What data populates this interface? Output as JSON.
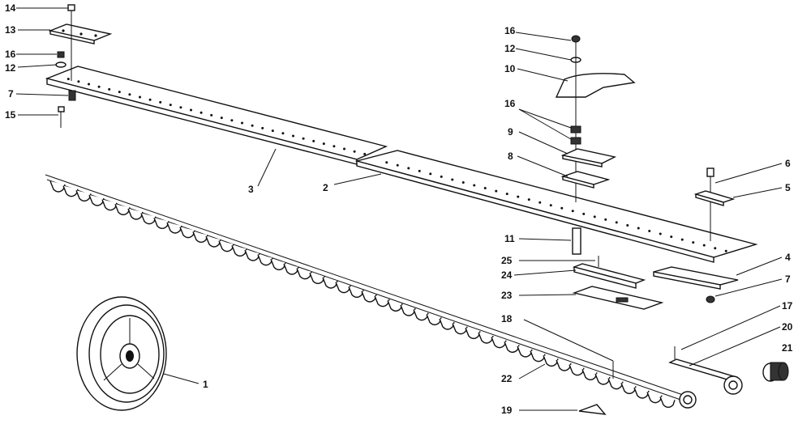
{
  "diagram": {
    "labels": {
      "l1": "1",
      "l2": "2",
      "l3": "3",
      "l4": "4",
      "l5": "5",
      "l6": "6",
      "l7a": "7",
      "l7b": "7",
      "l8": "8",
      "l9": "9",
      "l10": "10",
      "l11": "11",
      "l12a": "12",
      "l12b": "12",
      "l13": "13",
      "l14": "14",
      "l15": "15",
      "l16a": "16",
      "l16b": "16",
      "l16c": "16",
      "l17": "17",
      "l18": "18",
      "l19": "19",
      "l20": "20",
      "l21": "21",
      "l22": "22",
      "l23": "23",
      "l24": "24",
      "l25": "25"
    }
  }
}
